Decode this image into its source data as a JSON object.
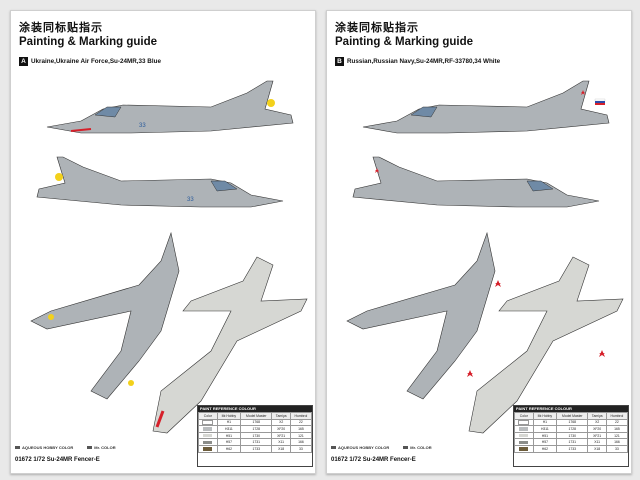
{
  "pages": [
    {
      "cn_title": "涂装同标贴指示",
      "en_title": "Painting & Marking guide",
      "scheme_letter": "A",
      "scheme_caption": "Ukraine,Ukraine Air Force,Su-24MR,33 Blue",
      "footer": "01672  1/72 Su-24MR Fencer-E",
      "legend_1": "AQUEOUS HOBBY COLOR",
      "legend_2": "Mr. COLOR",
      "paint_ref_title": "PAINT REFERENCE COLOUR",
      "paint_ref_headers": [
        "Color",
        "Mr.Hobby",
        "Model Master",
        "Tamiya",
        "Humbrol"
      ],
      "paint_ref_rows": [
        {
          "color": "#ffffff",
          "a": "H1",
          "b": "1768",
          "c": "X2",
          "d": "22"
        },
        {
          "color": "#b9bcbe",
          "a": "H311",
          "b": "1728",
          "c": "XF20",
          "d": "165"
        },
        {
          "color": "#d6d7d3",
          "a": "H51",
          "b": "1730",
          "c": "XF21",
          "d": "121"
        },
        {
          "color": "#8b8d8a",
          "a": "H57",
          "b": "1731",
          "c": "X11",
          "d": "166"
        },
        {
          "color": "#6d5d3c",
          "a": "H62",
          "b": "1733",
          "c": "X18",
          "d": "33"
        }
      ],
      "roundel_color": "#f3d11b",
      "stripe_color": "#d6202a"
    },
    {
      "cn_title": "涂装同标贴指示",
      "en_title": "Painting & Marking guide",
      "scheme_letter": "B",
      "scheme_caption": "Russian,Russian Navy,Su-24MR,RF-33780,34 White",
      "footer": "01672  1/72 Su-24MR Fencer-E",
      "legend_1": "AQUEOUS HOBBY COLOR",
      "legend_2": "Mr. COLOR",
      "paint_ref_title": "PAINT REFERENCE COLOUR",
      "paint_ref_headers": [
        "Color",
        "Mr.Hobby",
        "Model Master",
        "Tamiya",
        "Humbrol"
      ],
      "paint_ref_rows": [
        {
          "color": "#ffffff",
          "a": "H1",
          "b": "1768",
          "c": "X2",
          "d": "22"
        },
        {
          "color": "#b9bcbe",
          "a": "H311",
          "b": "1728",
          "c": "XF20",
          "d": "165"
        },
        {
          "color": "#d6d7d3",
          "a": "H51",
          "b": "1730",
          "c": "XF21",
          "d": "121"
        },
        {
          "color": "#8b8d8a",
          "a": "H57",
          "b": "1731",
          "c": "X11",
          "d": "166"
        },
        {
          "color": "#6d5d3c",
          "a": "H62",
          "b": "1733",
          "c": "X18",
          "d": "33"
        }
      ],
      "roundel_color": "#d6202a",
      "stripe_color": "#d6202a"
    }
  ]
}
